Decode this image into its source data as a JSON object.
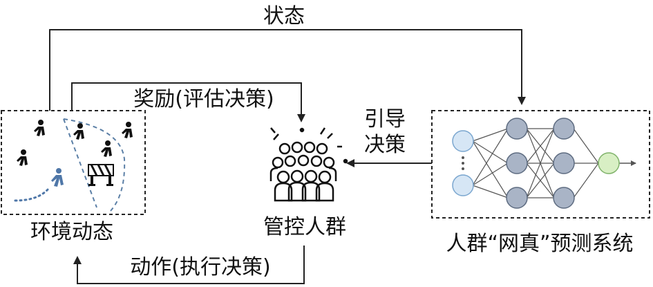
{
  "labels": {
    "state": "状态",
    "reward": "奖励(评估决策)",
    "guide_line1": "引导",
    "guide_line2": "决策",
    "environment": "环境动态",
    "crowd_control": "管控人群",
    "nn_system": "人群“网真”预测系统",
    "action": "动作(执行决策)"
  },
  "colors": {
    "arrow": "#222222",
    "box_border": "#222222",
    "dashed_accent": "#5b7fa6",
    "input_node": "#d6e6f5",
    "input_node_border": "#7aa6cf",
    "hidden_node": "#a9b4c6",
    "hidden_node_border": "#5d6b80",
    "output_node": "#d8efc4",
    "output_node_border": "#7fb26a",
    "person": "#111111",
    "highlight_person": "#4f77a8"
  },
  "icons": {
    "pedestrians": "walking-person-icon",
    "barrier": "road-barrier-icon",
    "crowd": "crowd-icon"
  }
}
